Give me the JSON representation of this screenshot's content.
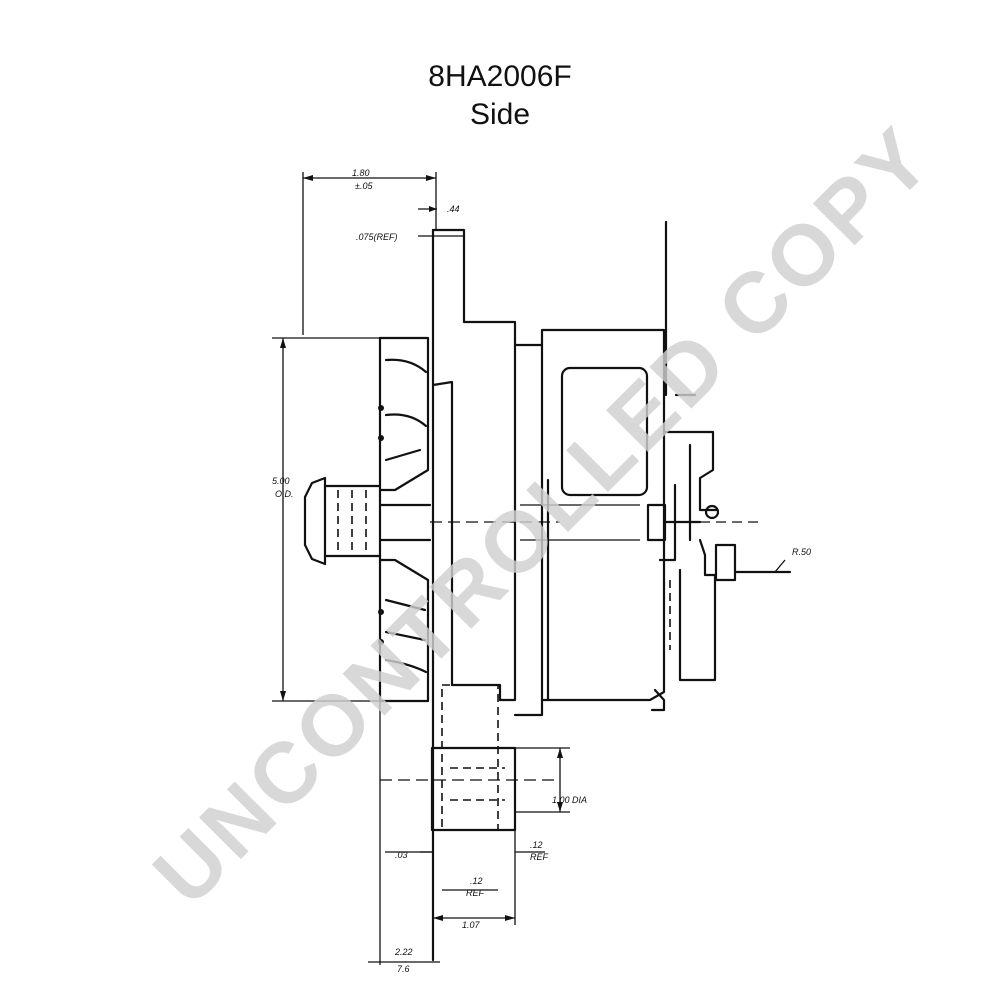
{
  "header": {
    "part_number": "8HA2006F",
    "view": "Side"
  },
  "dimensions": {
    "top_width": "1.80",
    "top_tolerance": "±.05",
    "small_offset": ".44",
    "flange_thickness": ".075(REF)",
    "diameter": "5.00",
    "diameter_unit": "O.D.",
    "mount_diameter": "1.00 DIA",
    "left_gap": ".03",
    "right_gap": ".12",
    "right_gap_ref": "REF",
    "center_gap": ".12",
    "center_gap_ref": "REF",
    "bottom_width": "1.07",
    "bottom_left": "2.22",
    "bottom_left_2": "7.6",
    "terminal_radius": "R.50"
  },
  "watermark": {
    "text": "UNCONTROLLED COPY"
  }
}
